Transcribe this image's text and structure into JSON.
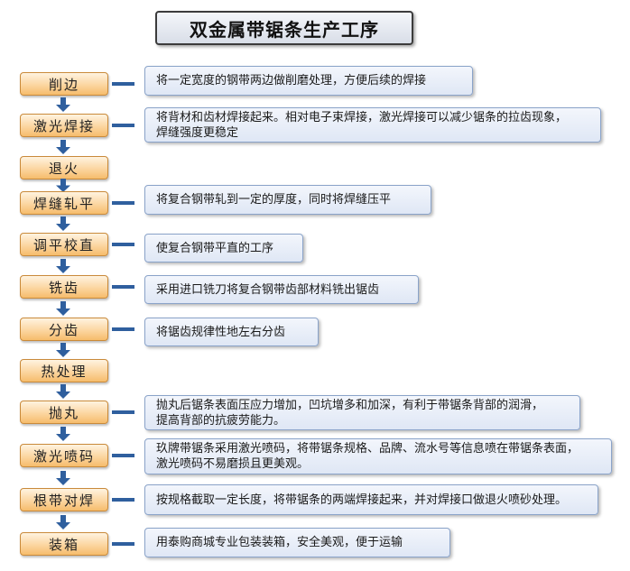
{
  "title": "双金属带锯条生产工序",
  "steps": [
    {
      "label": "削边",
      "desc": "将一定宽度的钢带两边做削磨处理，方便后续的焊接"
    },
    {
      "label": "激光焊接",
      "desc": "将背材和齿材焊接起来。相对电子束焊接，激光焊接可以减少锯条的拉齿现象，\n焊缝强度更稳定"
    },
    {
      "label": "退火",
      "desc": ""
    },
    {
      "label": "焊缝轧平",
      "desc": "将复合钢带轧到一定的厚度，同时将焊缝压平"
    },
    {
      "label": "调平校直",
      "desc": "使复合钢带平直的工序"
    },
    {
      "label": "铣齿",
      "desc": "采用进口铣刀将复合钢带齿部材料铣出锯齿"
    },
    {
      "label": "分齿",
      "desc": "将锯齿规律性地左右分齿"
    },
    {
      "label": "热处理",
      "desc": ""
    },
    {
      "label": "抛丸",
      "desc": "抛丸后锯条表面压应力增加，凹坑增多和加深，有利于带锯条背部的润滑，\n提高背部的抗疲劳能力。"
    },
    {
      "label": "激光喷码",
      "desc": "玖牌带锯条采用激光喷码，将带锯条规格、品牌、流水号等信息喷在带锯条表面，\n激光喷码不易磨损且更美观。"
    },
    {
      "label": "根带对焊",
      "desc": "按规格截取一定长度，将带锯条的两端焊接起来，并对焊接口做退火喷砂处理。"
    },
    {
      "label": "装箱",
      "desc": "用泰购商城专业包装装箱，安全美观，便于运输"
    }
  ],
  "colors": {
    "step_fill": "#fbd39b",
    "step_border": "#c98a3a",
    "desc_fill": "#dfe7f5",
    "desc_border": "#8aa3c9",
    "arrow": "#2f5f9e"
  },
  "icons": {
    "flow_arrow": "down-arrow-icon"
  }
}
